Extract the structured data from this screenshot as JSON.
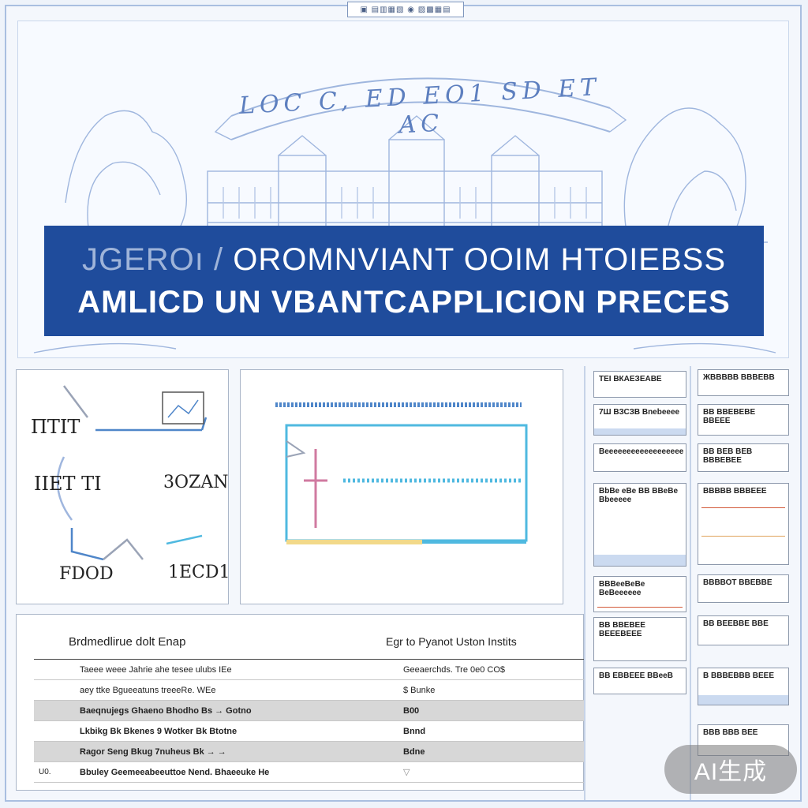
{
  "topbar": {
    "label": "▣ ▤▥▦▧ ◉ ▨▩▦▤"
  },
  "hero": {
    "ribbon_text": "LOC C, ED EO1 SD ET AC",
    "banner_line1_faded": "JGEROı / ",
    "banner_line1": "OROMNVIANT OOIM HTOIEBSS",
    "banner_line2": "AMLICD UN VBANTCAPPLICION PRECES"
  },
  "left_panel": {
    "label_top": "ПТІТ",
    "label_mid_left": "ІІЕТ ТІ",
    "label_mid_right": "3OZAN",
    "label_bottom_left": "FDOD",
    "label_bottom_right": "1ECD1"
  },
  "table": {
    "title": "Brdmedlirue dolt Enap",
    "title_right": "Egr to Pyanot  Uston   Instits",
    "rows": [
      {
        "c0": "",
        "c1": "Taeee weee Jahrie ahe tesee ulubs IEe",
        "c2": "Geeaerchds. Tre 0e0 CO$"
      },
      {
        "c0": "",
        "c1": "aey ttke Bgueeatuns treeeRe. WEe",
        "c2": "$ Bunke"
      },
      {
        "c0": "",
        "c1": "Baeqnujegs Ghaeno Bhodho    Bs  → Gotno",
        "c2": "B00"
      },
      {
        "c0": "",
        "c1": "Lkbikg   Bk Bkenes   9 Wotker   Bk Btotne",
        "c2": "Bnnd"
      },
      {
        "c0": "",
        "c1": "Ragor Seng Bkug 7nuheus     Bk  → →",
        "c2": "Bdne"
      },
      {
        "c0": "U0.",
        "c1": "Bbuley  Geemeeabeeuttoe Nend.  Bhaeeuke He",
        "c2": "▽"
      }
    ]
  },
  "cards_left": [
    {
      "text": "ТЕІ ВКАЕЗЕАВЕ"
    },
    {
      "text": "7Ш ВЗСЗВ Bnebeeee"
    },
    {
      "text": "Beeeeeeeeeeeeeeeeee"
    },
    {
      "text": "BbBe eBe BB BBeBe Bbeeeee"
    },
    {
      "text": "BBBeeBeBe BeBeeeeee"
    },
    {
      "text": "ВВ ВВЕВЕЕ ВЕЕЕВЕЕЕ"
    },
    {
      "text": "ВВ ЕВВЕЕЕ BBeeB"
    }
  ],
  "cards_right": [
    {
      "text": "ЖВВВВВ ВВВЕВВ"
    },
    {
      "text": "ВВ ВВЕВЕВЕ ВВЕЕЕ"
    },
    {
      "text": "ВВ ВЕВ ВЕВ ВВВЕВЕЕ"
    },
    {
      "text": "ВВВВВ BBBEEE"
    },
    {
      "text": "ВВВВОТ ВВЕВВЕ"
    },
    {
      "text": "ВВ ВЕЕВВЕ ВВЕ"
    },
    {
      "text": "В ВВВЕВВВ ВЕЕЕ"
    },
    {
      "text": "ВВВ ВВВ ВЕЕ"
    }
  ],
  "badge": {
    "label": "AI生成"
  },
  "colors": {
    "banner": "#1f4c9c",
    "sketch": "#8fa9d8",
    "accent_blue": "#4f86c9",
    "accent_cyan": "#4fb9e0",
    "accent_pink": "#d07aa0",
    "accent_yellow": "#f2d98a"
  }
}
